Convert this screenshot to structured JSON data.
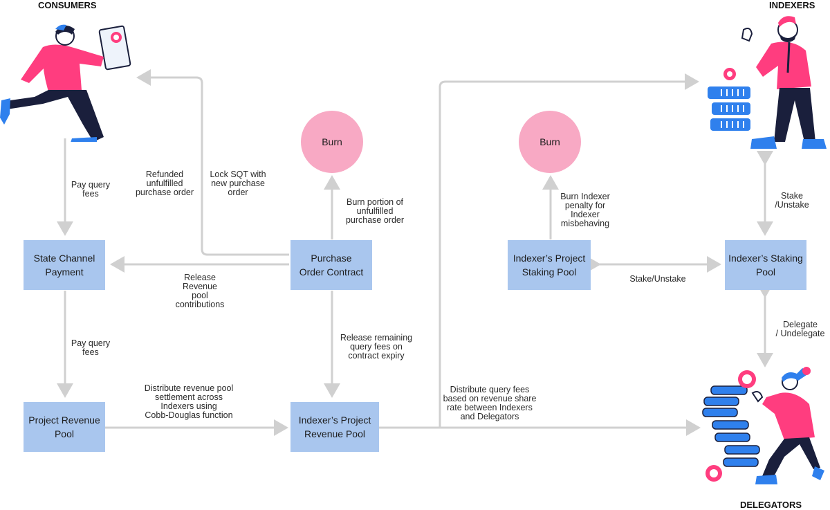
{
  "actors": {
    "consumers": "CONSUMERS",
    "indexers": "INDEXERS",
    "delegators": "DELEGATORS"
  },
  "nodes": {
    "state_channel": "State Channel\nPayment",
    "purchase_order": "Purchase\nOrder Contract",
    "project_revenue_pool": "Project Revenue\nPool",
    "indexer_revenue_pool": "Indexer’s Project\nRevenue Pool",
    "indexer_project_staking": "Indexer’s Project\nStaking Pool",
    "indexer_staking_pool": "Indexer’s  Staking\nPool",
    "burn_left": "Burn",
    "burn_right": "Burn"
  },
  "edges": {
    "pay_query_fees_1": "Pay query\nfees",
    "refunded": "Refunded\nunfulfilled\npurchase order",
    "lock_sqt": "Lock SQT with\nnew purchase\norder",
    "burn_portion": "Burn portion of\nunfulfilled\npurchase order",
    "release_revenue": "Release\nRevenue\npool\ncontributions",
    "pay_query_fees_2": "Pay query\nfees",
    "release_remaining": "Release remaining\nquery fees on\ncontract expiry",
    "distribute_revenue": "Distribute revenue pool\nsettlement across\nIndexers using\nCobb-Douglas function",
    "distribute_query": "Distribute query fees\nbased on revenue share\nrate between Indexers\nand Delegators",
    "burn_indexer": "Burn Indexer\npenalty for\nIndexer\nmisbehaving",
    "stake_unstake_mid": "Stake/Unstake",
    "stake_unstake_top": "Stake\n/Unstake",
    "delegate": "Delegate\n/ Undelegate"
  },
  "colors": {
    "box": "#a9c6ee",
    "burn": "#f8a9c4",
    "arrow": "#d0d0d0",
    "pink": "#ff3d7f",
    "navy": "#1a1f3c",
    "blue": "#2f80ed"
  },
  "icons": {
    "consumer": "consumer-with-tablet-figure",
    "indexer": "indexer-with-servers-figure",
    "delegator": "delegator-with-coins-figure"
  }
}
